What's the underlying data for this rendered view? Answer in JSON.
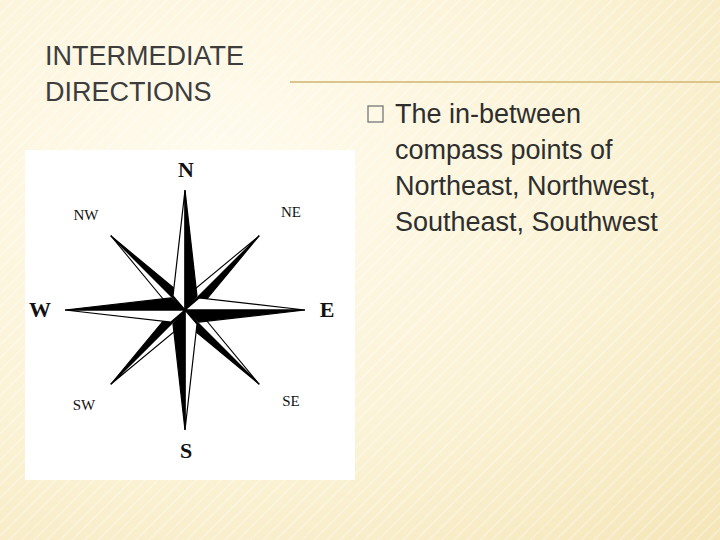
{
  "diagram": {
    "title": "INTERMEDIATE DIRECTIONS",
    "labels": [
      "N",
      "NE",
      "E",
      "SE",
      "S",
      "SW",
      "W",
      "NW",
      "The in-between compass points of Northeast, Northwest, Southeast, Southwest"
    ]
  }
}
